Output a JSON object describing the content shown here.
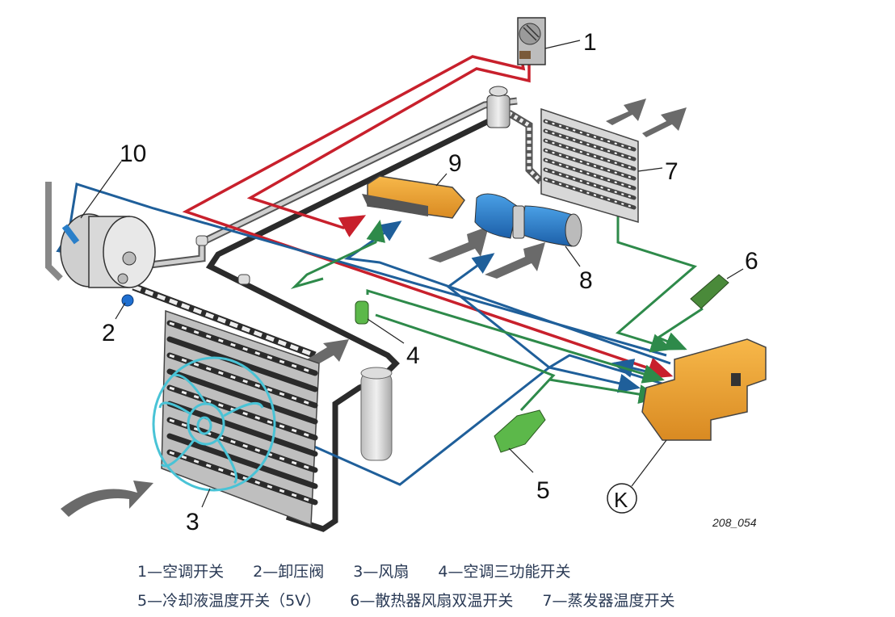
{
  "figure_id": "208_054",
  "colors": {
    "background": "#ffffff",
    "wire_red": "#c8202c",
    "wire_blue": "#1f5f9a",
    "wire_green": "#2e8a4a",
    "refrigerant_line": "#2b2b2b",
    "ecu_orange": "#f0a23a",
    "blower_blue": "#2a7fc9",
    "fan_cyan": "#49c3d6",
    "sensor_green": "#5cb84a",
    "airflow_gray": "#6a6a6a"
  },
  "callouts": [
    {
      "id": "1",
      "label": "1"
    },
    {
      "id": "2",
      "label": "2"
    },
    {
      "id": "3",
      "label": "3"
    },
    {
      "id": "4",
      "label": "4"
    },
    {
      "id": "5",
      "label": "5"
    },
    {
      "id": "6",
      "label": "6"
    },
    {
      "id": "7",
      "label": "7"
    },
    {
      "id": "8",
      "label": "8"
    },
    {
      "id": "9",
      "label": "9"
    },
    {
      "id": "10",
      "label": "10"
    },
    {
      "id": "K",
      "label": "K"
    }
  ],
  "legend": {
    "rows": [
      [
        {
          "num": "1",
          "text": "1—空调开关"
        },
        {
          "num": "2",
          "text": "2—卸压阀"
        },
        {
          "num": "3",
          "text": "3—风扇"
        },
        {
          "num": "4",
          "text": "4—空调三功能开关"
        }
      ],
      [
        {
          "num": "5",
          "text": "5—冷却液温度开关（5V）"
        },
        {
          "num": "6",
          "text": "6—散热器风扇双温开关"
        },
        {
          "num": "7",
          "text": "7—蒸发器温度开关"
        }
      ]
    ]
  }
}
